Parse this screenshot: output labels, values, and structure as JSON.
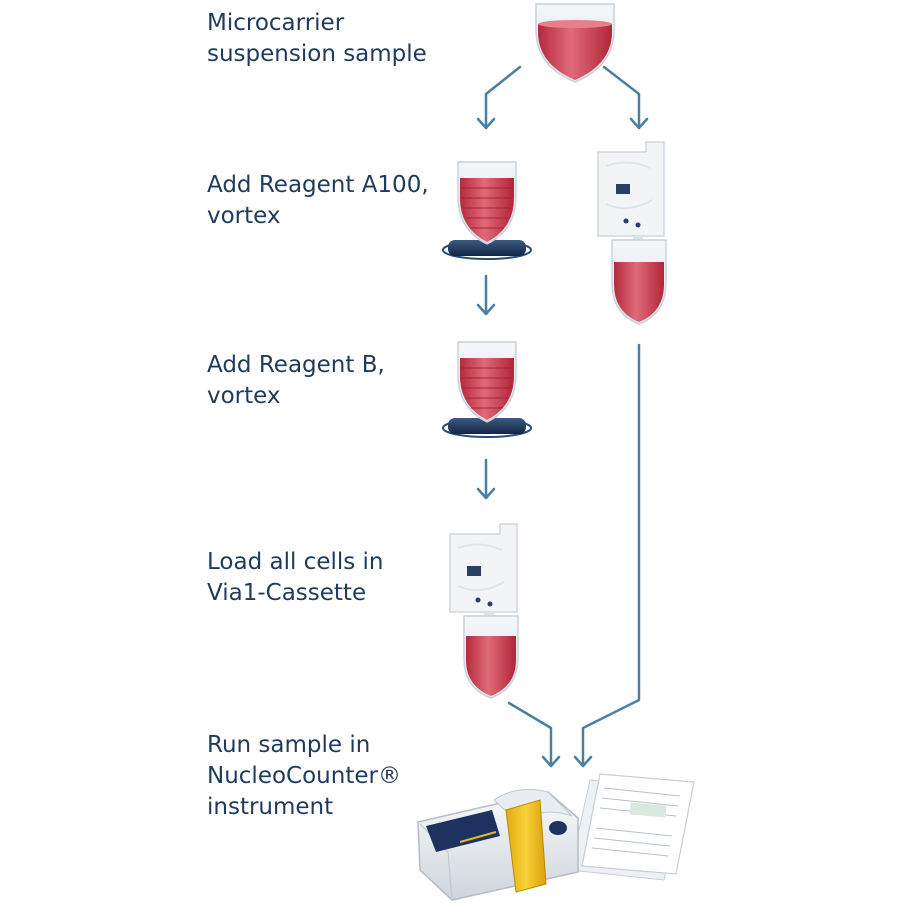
{
  "steps": [
    {
      "id": "sample",
      "lines": [
        "Microcarrier",
        "suspension sample"
      ]
    },
    {
      "id": "reagent-a",
      "lines": [
        "Add Reagent A100,",
        "vortex"
      ]
    },
    {
      "id": "reagent-b",
      "lines": [
        "Add Reagent B,",
        "vortex"
      ]
    },
    {
      "id": "load",
      "lines": [
        "Load all cells in",
        "Via1-Cassette"
      ]
    },
    {
      "id": "run",
      "lines": [
        "Run sample in",
        "NucleoCounter®",
        "instrument"
      ]
    }
  ],
  "icons": {
    "sample": "sample-tube-icon",
    "vortex": "vortex-tube-icon",
    "cassette": "via1-cassette-icon",
    "instrument": "nucleocounter-instrument-icon",
    "report": "result-report-icon"
  },
  "colors": {
    "text": "#1f3b5b",
    "arrow": "#4a7fa3",
    "sample_red": "#c9384b",
    "vortex_base": "#1d2f4f",
    "instrument_yellow": "#f3c419"
  }
}
